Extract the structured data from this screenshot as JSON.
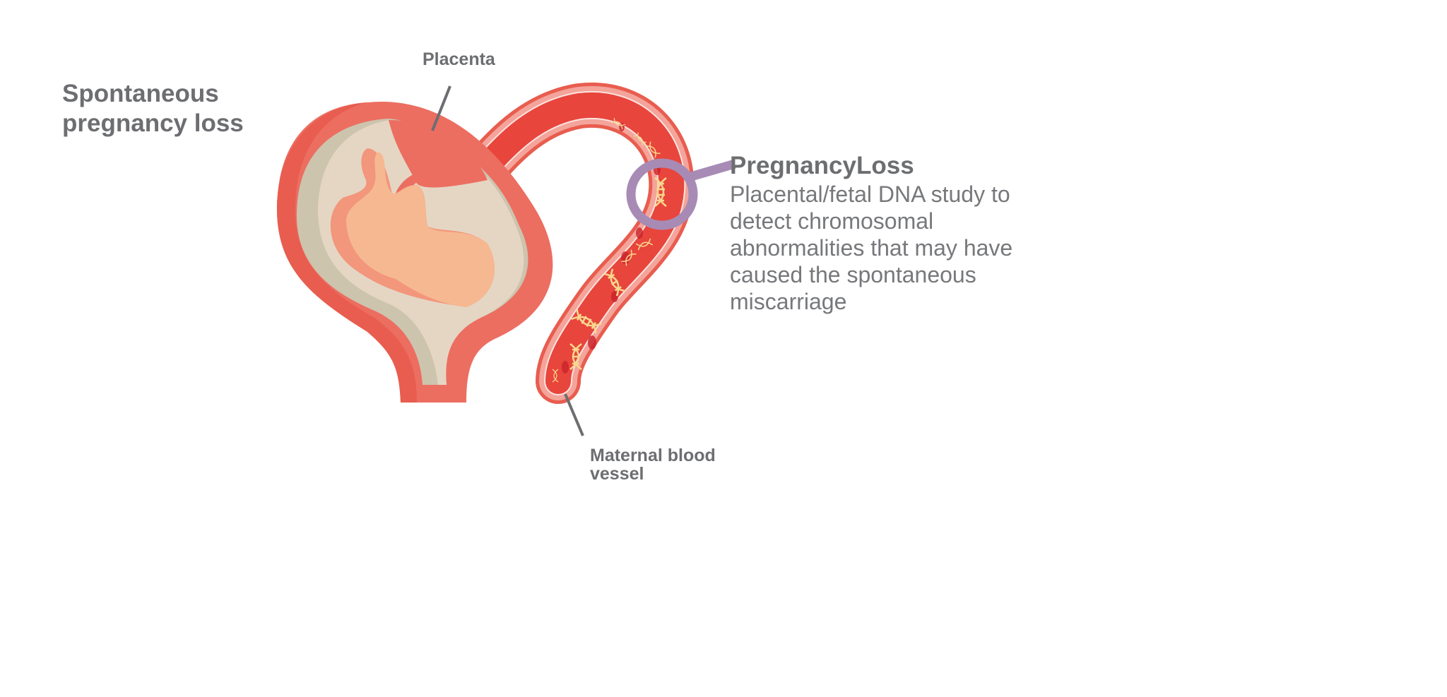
{
  "title": "Spontaneous pregnancy loss",
  "labels": {
    "placenta": "Placenta",
    "vessel": "Maternal blood vessel"
  },
  "info": {
    "title": "PregnancyLoss",
    "body": "Placental/fetal DNA study to detect chromosomal abnormalities that may have caused the spontaneous miscarriage"
  },
  "colors": {
    "text": "#6d6e71",
    "uterus": "#ec6e61",
    "uterus_dark": "#e85d4f",
    "amnion": "#e5d6c4",
    "chorion": "#cdc4ae",
    "fetus": "#f6b891",
    "fetus_shadow": "#f2967c",
    "vessel": "#e8453c",
    "vessel_wall": "#f4a49a",
    "magnifier": "#a78bb5",
    "dna": "#f8d88e"
  }
}
